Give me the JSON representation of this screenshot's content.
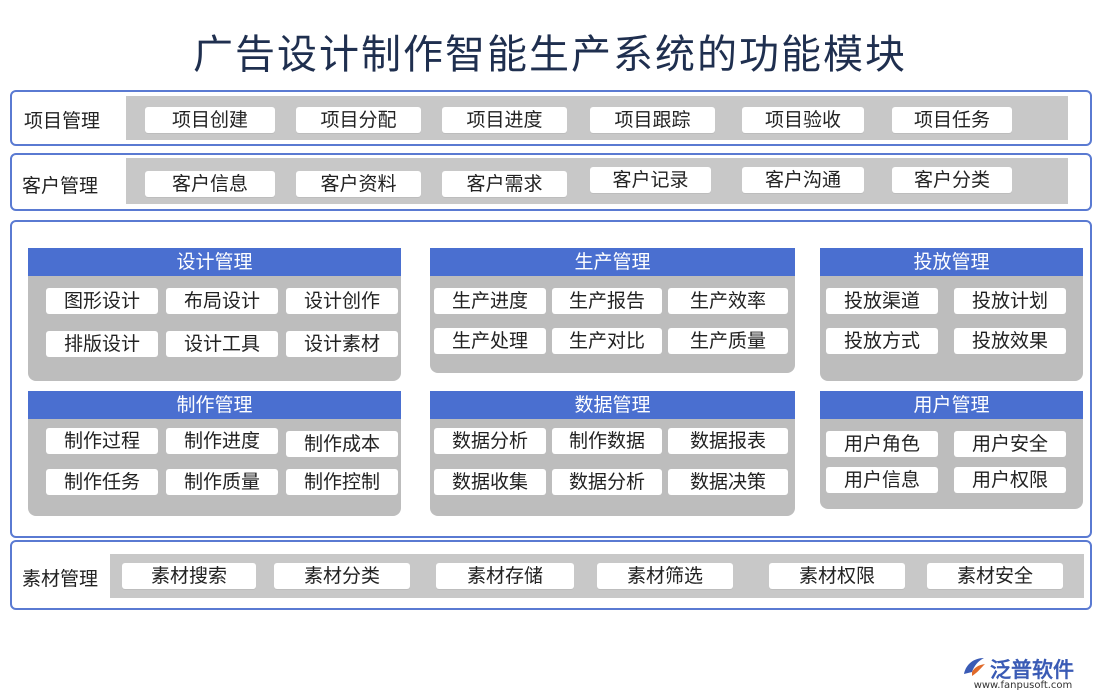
{
  "title": "广告设计制作智能生产系统的功能模块",
  "rows": {
    "project": {
      "label": "项目管理",
      "items": [
        "项目创建",
        "项目分配",
        "项目进度",
        "项目跟踪",
        "项目验收",
        "项目任务"
      ]
    },
    "customer": {
      "label": "客户管理",
      "items": [
        "客户信息",
        "客户资料",
        "客户需求",
        "客户记录",
        "客户沟通",
        "客户分类"
      ]
    },
    "material": {
      "label": "素材管理",
      "items": [
        "素材搜索",
        "素材分类",
        "素材存储",
        "素材筛选",
        "素材权限",
        "素材安全"
      ]
    }
  },
  "panels": {
    "design": {
      "title": "设计管理",
      "items": [
        "图形设计",
        "布局设计",
        "设计创作",
        "排版设计",
        "设计工具",
        "设计素材"
      ]
    },
    "production": {
      "title": "生产管理",
      "items": [
        "生产进度",
        "生产报告",
        "生产效率",
        "生产处理",
        "生产对比",
        "生产质量"
      ]
    },
    "delivery": {
      "title": "投放管理",
      "items": [
        "投放渠道",
        "投放计划",
        "投放方式",
        "投放效果"
      ]
    },
    "making": {
      "title": "制作管理",
      "items": [
        "制作过程",
        "制作进度",
        "制作成本",
        "制作任务",
        "制作质量",
        "制作控制"
      ]
    },
    "data": {
      "title": "数据管理",
      "items": [
        "数据分析",
        "制作数据",
        "数据报表",
        "数据收集",
        "数据分析",
        "数据决策"
      ]
    },
    "user": {
      "title": "用户管理",
      "items": [
        "用户角色",
        "用户安全",
        "用户信息",
        "用户权限"
      ]
    }
  },
  "logo": {
    "name": "泛普软件",
    "url": "www.fanpusoft.com",
    "icon": "fanpu-logo-icon"
  },
  "colors": {
    "frame": "#5a7ad2",
    "header": "#4a6fd0",
    "panel": "#bdbdbd",
    "strip": "#c8c8c8"
  }
}
